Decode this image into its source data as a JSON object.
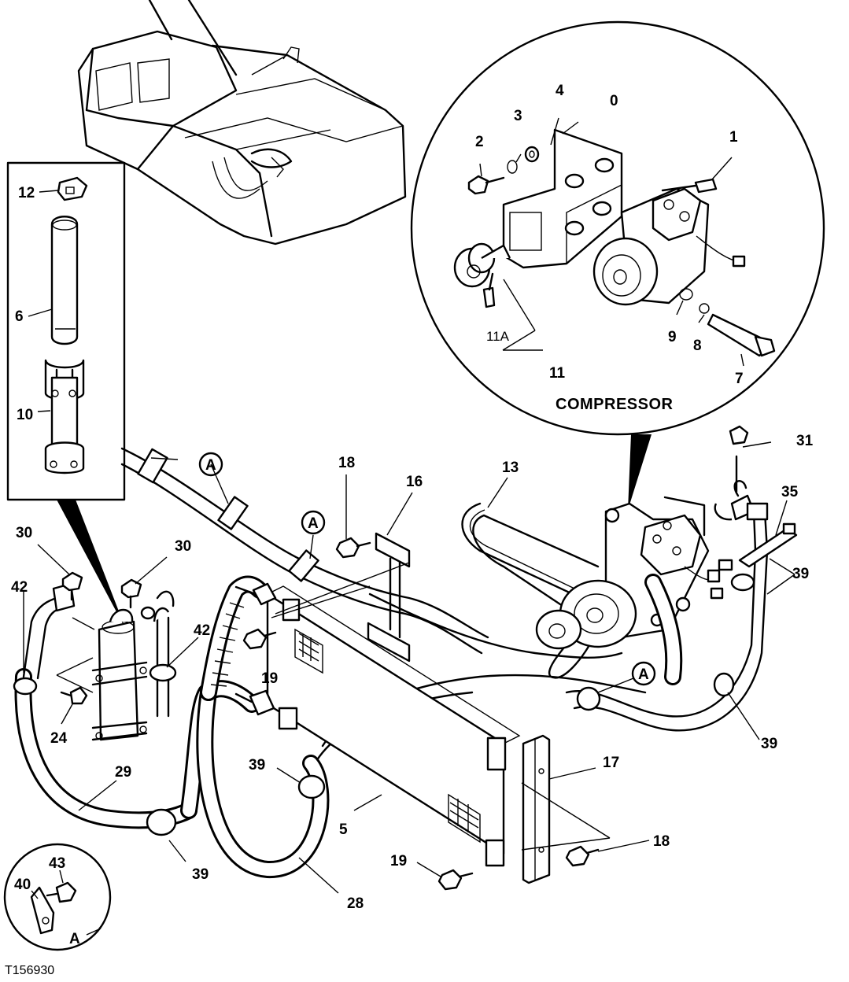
{
  "callouts": {
    "c0": "0",
    "c1": "1",
    "c2": "2",
    "c3": "3",
    "c4": "4",
    "c5": "5",
    "c6": "6",
    "c7": "7",
    "c8": "8",
    "c9": "9",
    "c10": "10",
    "c11": "11",
    "c11a": "11A",
    "c12": "12",
    "c13": "13",
    "c16": "16",
    "c17": "17",
    "c18a": "18",
    "c18b": "18",
    "c19a": "19",
    "c19b": "19",
    "c24": "24",
    "c28": "28",
    "c29": "29",
    "c30a": "30",
    "c30b": "30",
    "c31": "31",
    "c35": "35",
    "c39a": "39",
    "c39b": "39",
    "c39c": "39",
    "c39d": "39",
    "c40": "40",
    "c42a": "42",
    "c42b": "42",
    "c43": "43"
  },
  "detail_markers": {
    "a1": "A",
    "a2": "A",
    "a3": "A",
    "a_inset": "A"
  },
  "compressor_title": "COMPRESSOR",
  "figure_id": "T156930"
}
